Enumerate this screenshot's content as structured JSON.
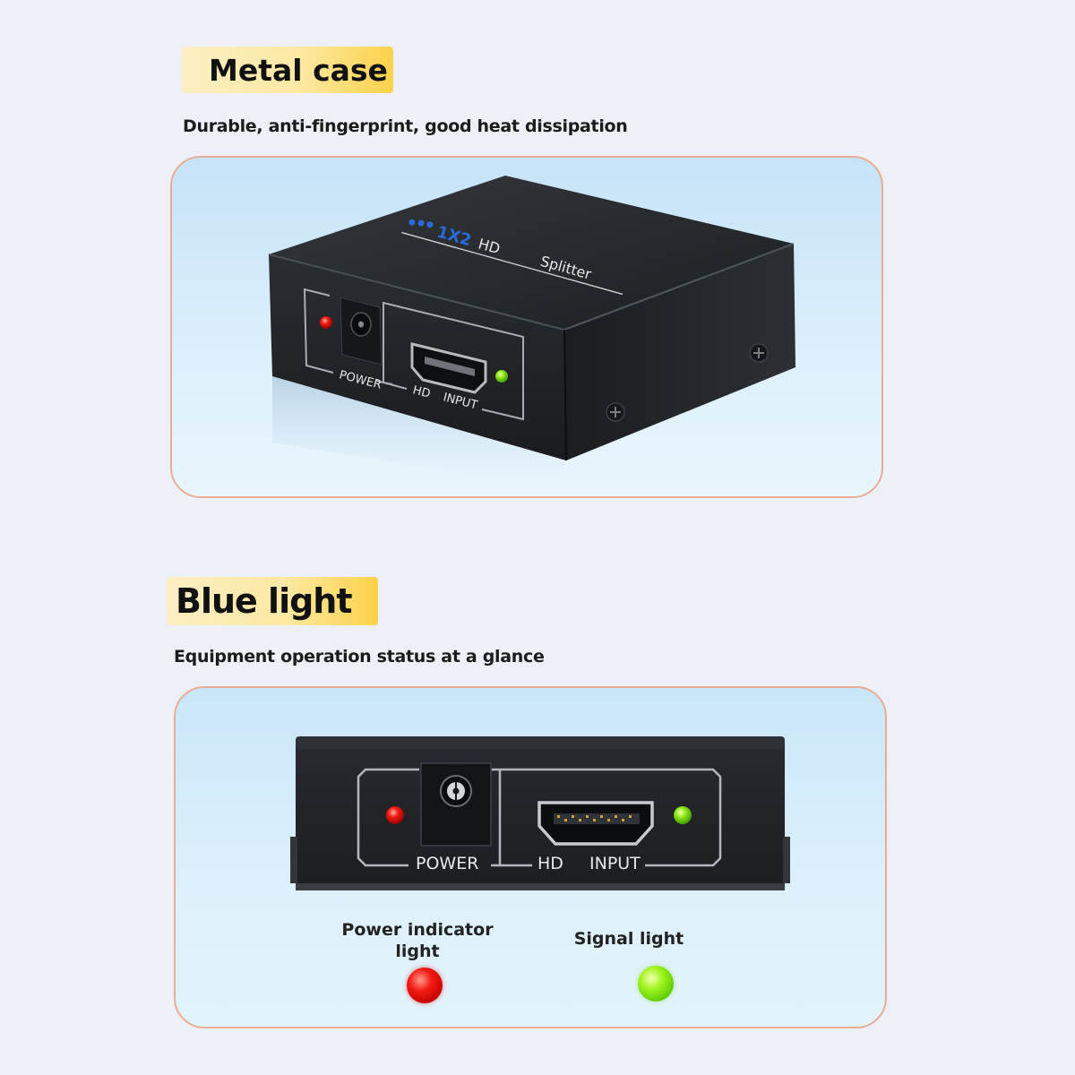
{
  "section1": {
    "title": "Metal case",
    "subtitle": "Durable, anti-fingerprint, good heat dissipation",
    "device": {
      "top_label_model": "1X2",
      "top_label_hd": "HD",
      "top_label_splitter": "Splitter",
      "power_label": "POWER",
      "hd_label": "HD",
      "input_label": "INPUT"
    }
  },
  "section2": {
    "title": "Blue light",
    "subtitle": "Equipment operation status at a glance",
    "device": {
      "power_label": "POWER",
      "hd_label": "HD",
      "input_label": "INPUT"
    },
    "indicators": {
      "power_label": "Power indicator light",
      "signal_label": "Signal light"
    }
  },
  "colors": {
    "tag_gradient_end": "#fbd24a",
    "panel_border": "#e8ad94",
    "power_led": "#e8140c",
    "signal_led": "#7fe010",
    "device_body": "#1f2225",
    "logo_blue": "#2a6bd9"
  }
}
